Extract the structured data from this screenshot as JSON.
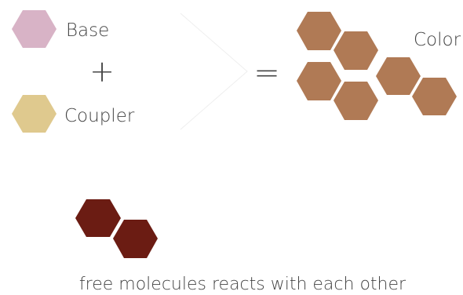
{
  "inputs": {
    "base": {
      "label": "Base",
      "color": "#d8b3c6"
    },
    "coupler": {
      "label": "Coupler",
      "color": "#dfc98e"
    }
  },
  "operators": {
    "plus": "+",
    "equals": "="
  },
  "result": {
    "label": "Color",
    "color": "#b07a55",
    "hexagon_count": 6
  },
  "free_molecules": {
    "caption": "free molecules reacts with each other",
    "color": "#6b1c13",
    "hexagon_count": 2
  }
}
